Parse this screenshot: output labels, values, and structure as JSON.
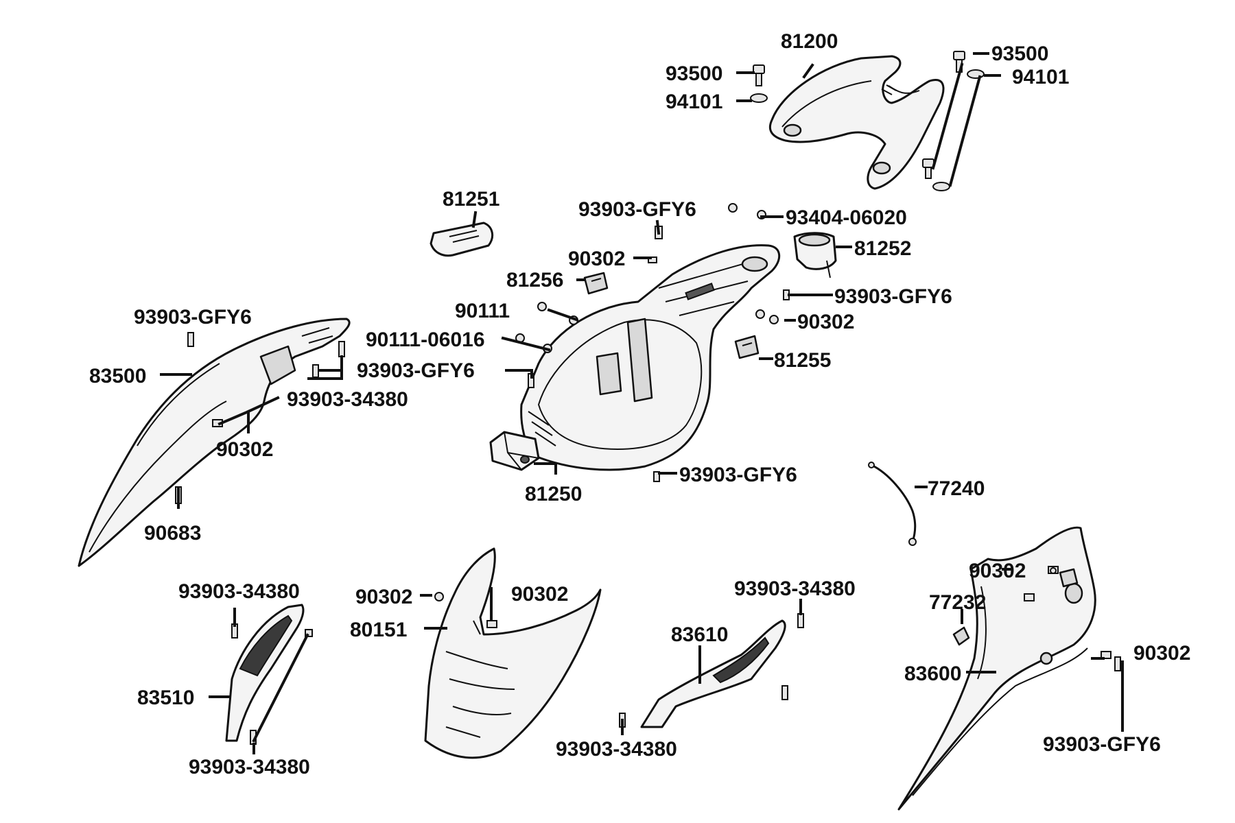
{
  "labels": {
    "l81200": "81200",
    "l93500a": "93500",
    "l94101a": "94101",
    "l93500b": "93500",
    "l94101b": "94101",
    "l81251": "81251",
    "l93903gfy6a": "93903-GFY6",
    "l93404": "93404-06020",
    "l81252": "81252",
    "l90302a": "90302",
    "l81256": "81256",
    "l93903gfy6b": "93903-GFY6",
    "l90111": "90111",
    "l90302b": "90302",
    "l90111_06016": "90111-06016",
    "l81255": "81255",
    "l93903gfy6c": "93903-GFY6",
    "l93903gfy6d": "93903-GFY6",
    "l83500": "83500",
    "l93903_34380a": "93903-34380",
    "l90302c": "90302",
    "l93903gfy6e": "93903-GFY6",
    "l81250": "81250",
    "l77240": "77240",
    "l90683": "90683",
    "l93903_34380b": "93903-34380",
    "l90302d": "90302",
    "l90302e": "90302",
    "l80151": "80151",
    "l93903_34380c": "93903-34380",
    "l83610": "83610",
    "l90302f": "90302",
    "l77232": "77232",
    "l83510": "83510",
    "l83600": "83600",
    "l90302g": "90302",
    "l93903_34380d": "93903-34380",
    "l93903_34380e": "93903-34380",
    "l93903gfy6f": "93903-GFY6"
  }
}
